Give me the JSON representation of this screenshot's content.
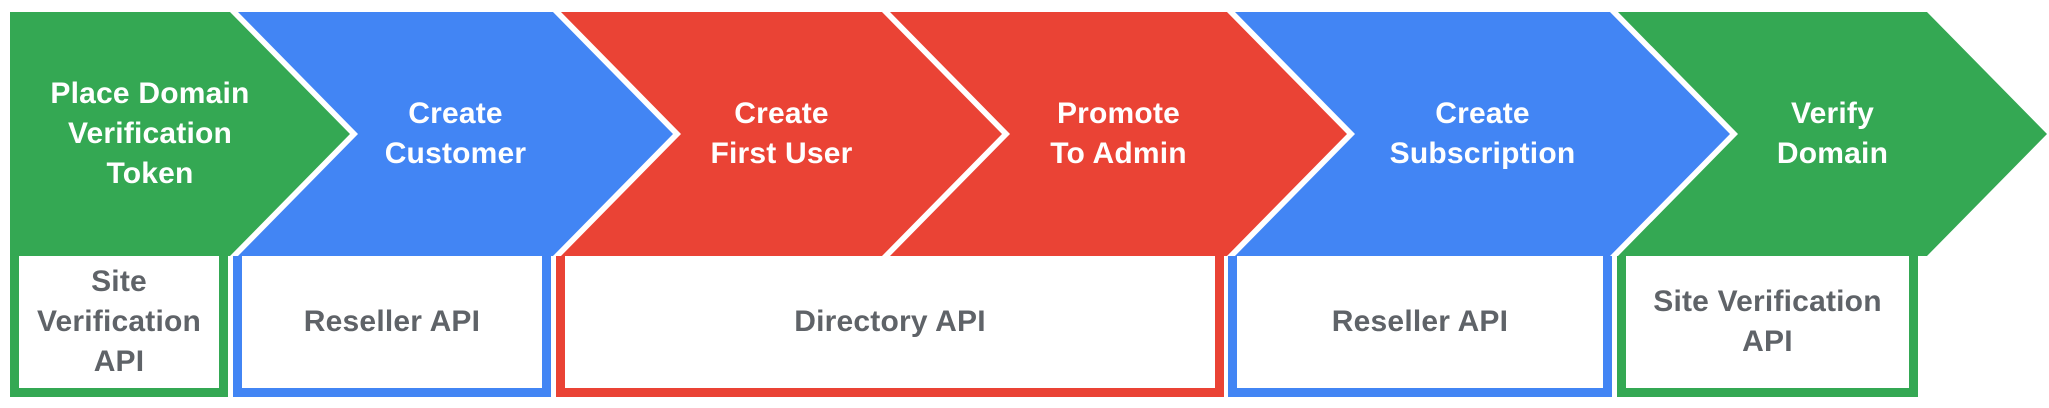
{
  "colors": {
    "green": "#34A853",
    "blue": "#4285F4",
    "red": "#EA4335",
    "step_text": "#FFFFFF",
    "api_text": "#5F6368",
    "background": "#FFFFFF"
  },
  "steps": [
    {
      "label": "Place Domain\nVerification\nToken",
      "color_name": "green"
    },
    {
      "label": "Create\nCustomer",
      "color_name": "blue"
    },
    {
      "label": "Create\nFirst User",
      "color_name": "red"
    },
    {
      "label": "Promote\nTo Admin",
      "color_name": "red"
    },
    {
      "label": "Create\nSubscription",
      "color_name": "blue"
    },
    {
      "label": "Verify\nDomain",
      "color_name": "green"
    }
  ],
  "api_boxes": [
    {
      "label": "Site\nVerification\nAPI",
      "color_name": "green",
      "under_steps": [
        1
      ]
    },
    {
      "label": "Reseller API",
      "color_name": "blue",
      "under_steps": [
        2
      ]
    },
    {
      "label": "Directory API",
      "color_name": "red",
      "under_steps": [
        3,
        4
      ]
    },
    {
      "label": "Reseller API",
      "color_name": "blue",
      "under_steps": [
        5
      ]
    },
    {
      "label": "Site Verification\nAPI",
      "color_name": "green",
      "under_steps": [
        6
      ]
    }
  ]
}
